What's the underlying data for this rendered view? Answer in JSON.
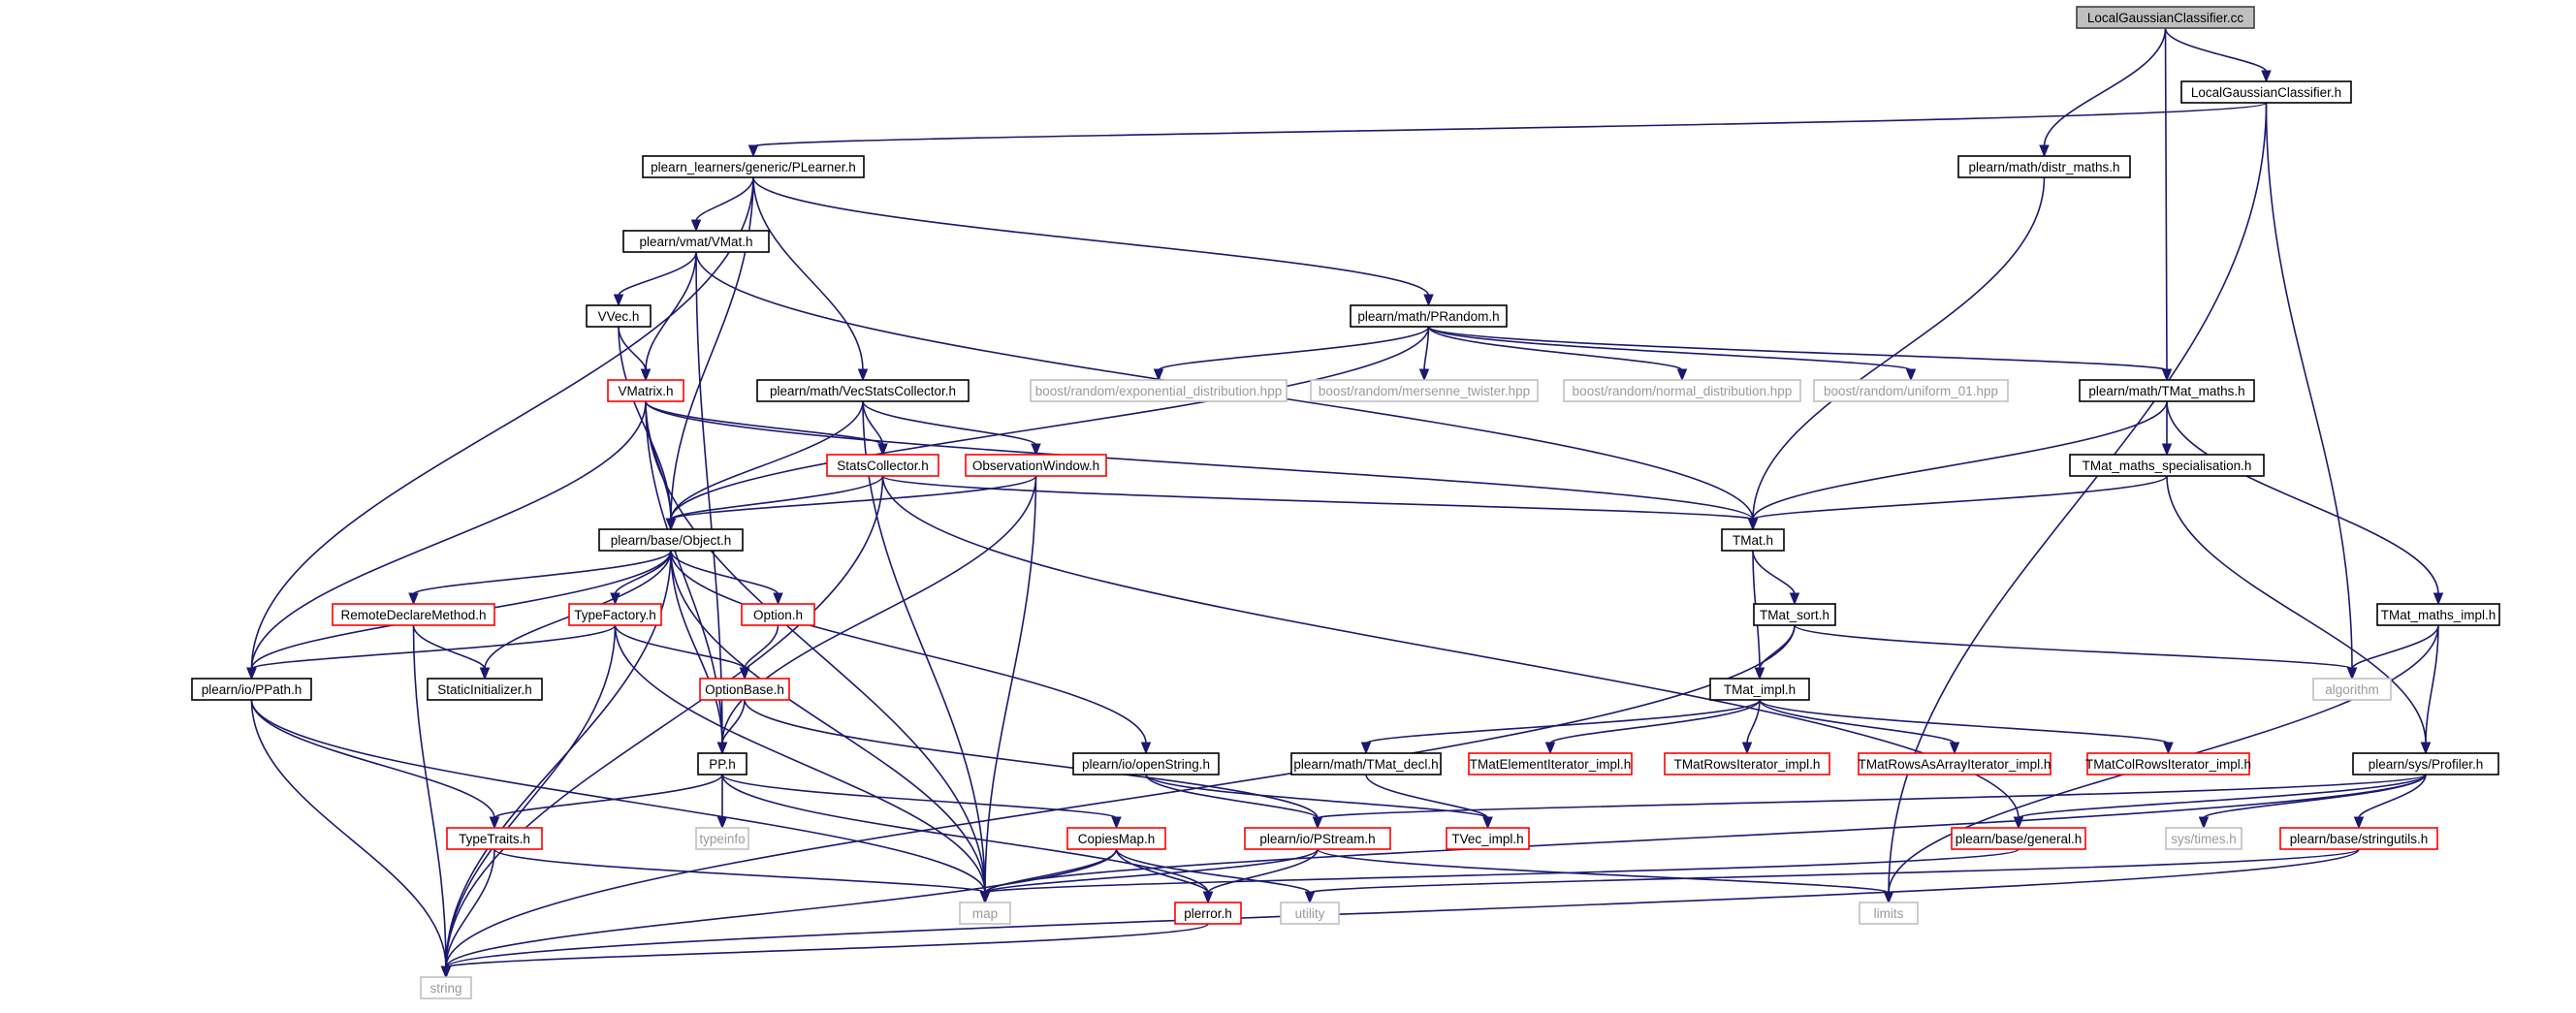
{
  "diagram": {
    "colors": {
      "edge": "#191970",
      "border": {
        "normal": "#000000",
        "truncated": "#ff0000",
        "system": "#bfbfbf",
        "root": "#404040"
      },
      "fill": {
        "normal": "#ffffff",
        "root": "#bfbfbf"
      },
      "text": {
        "normal": "#000000",
        "system": "#9a9a9a"
      }
    },
    "nodes": [
      {
        "id": "root",
        "label": "LocalGaussianClassifier.cc",
        "kind": "root"
      },
      {
        "id": "lgch",
        "label": "LocalGaussianClassifier.h",
        "kind": "normal"
      },
      {
        "id": "plearner",
        "label": "plearn_learners/generic/PLearner.h",
        "kind": "normal"
      },
      {
        "id": "distr",
        "label": "plearn/math/distr_maths.h",
        "kind": "normal"
      },
      {
        "id": "vmat",
        "label": "plearn/vmat/VMat.h",
        "kind": "normal"
      },
      {
        "id": "vvec",
        "label": "VVec.h",
        "kind": "normal"
      },
      {
        "id": "prandom",
        "label": "plearn/math/PRandom.h",
        "kind": "normal"
      },
      {
        "id": "vmatrix",
        "label": "VMatrix.h",
        "kind": "truncated"
      },
      {
        "id": "vecstats",
        "label": "plearn/math/VecStatsCollector.h",
        "kind": "normal"
      },
      {
        "id": "bexp",
        "label": "boost/random/exponential_distribution.hpp",
        "kind": "system"
      },
      {
        "id": "bmt",
        "label": "boost/random/mersenne_twister.hpp",
        "kind": "system"
      },
      {
        "id": "bnorm",
        "label": "boost/random/normal_distribution.hpp",
        "kind": "system"
      },
      {
        "id": "bunif",
        "label": "boost/random/uniform_01.hpp",
        "kind": "system"
      },
      {
        "id": "tmatmaths",
        "label": "plearn/math/TMat_maths.h",
        "kind": "normal"
      },
      {
        "id": "statsc",
        "label": "StatsCollector.h",
        "kind": "truncated"
      },
      {
        "id": "obswin",
        "label": "ObservationWindow.h",
        "kind": "truncated"
      },
      {
        "id": "tmspec",
        "label": "TMat_maths_specialisation.h",
        "kind": "normal"
      },
      {
        "id": "object",
        "label": "plearn/base/Object.h",
        "kind": "normal"
      },
      {
        "id": "tmath",
        "label": "TMat.h",
        "kind": "normal"
      },
      {
        "id": "remote",
        "label": "RemoteDeclareMethod.h",
        "kind": "truncated"
      },
      {
        "id": "typefactory",
        "label": "TypeFactory.h",
        "kind": "truncated"
      },
      {
        "id": "option",
        "label": "Option.h",
        "kind": "truncated"
      },
      {
        "id": "tmatsort",
        "label": "TMat_sort.h",
        "kind": "normal"
      },
      {
        "id": "tmimpl2",
        "label": "TMat_maths_impl.h",
        "kind": "normal"
      },
      {
        "id": "ppath",
        "label": "plearn/io/PPath.h",
        "kind": "normal"
      },
      {
        "id": "staticinit",
        "label": "StaticInitializer.h",
        "kind": "normal"
      },
      {
        "id": "optionbase",
        "label": "OptionBase.h",
        "kind": "truncated"
      },
      {
        "id": "tmatimpl",
        "label": "TMat_impl.h",
        "kind": "normal"
      },
      {
        "id": "algorithm",
        "label": "algorithm",
        "kind": "system"
      },
      {
        "id": "pp",
        "label": "PP.h",
        "kind": "normal"
      },
      {
        "id": "openstring",
        "label": "plearn/io/openString.h",
        "kind": "normal"
      },
      {
        "id": "tmatdecl",
        "label": "plearn/math/TMat_decl.h",
        "kind": "normal"
      },
      {
        "id": "tmatelem",
        "label": "TMatElementIterator_impl.h",
        "kind": "truncated"
      },
      {
        "id": "tmatrows",
        "label": "TMatRowsIterator_impl.h",
        "kind": "truncated"
      },
      {
        "id": "tmatrowsarr",
        "label": "TMatRowsAsArrayIterator_impl.h",
        "kind": "truncated"
      },
      {
        "id": "tmatcol",
        "label": "TMatColRowsIterator_impl.h",
        "kind": "truncated"
      },
      {
        "id": "profiler",
        "label": "plearn/sys/Profiler.h",
        "kind": "normal"
      },
      {
        "id": "typeinfo",
        "label": "typeinfo",
        "kind": "system"
      },
      {
        "id": "typetraits",
        "label": "TypeTraits.h",
        "kind": "truncated"
      },
      {
        "id": "copiesmap",
        "label": "CopiesMap.h",
        "kind": "truncated"
      },
      {
        "id": "pstream",
        "label": "plearn/io/PStream.h",
        "kind": "truncated"
      },
      {
        "id": "tvecimpl",
        "label": "TVec_impl.h",
        "kind": "truncated"
      },
      {
        "id": "general",
        "label": "plearn/base/general.h",
        "kind": "truncated"
      },
      {
        "id": "systimes",
        "label": "sys/times.h",
        "kind": "system"
      },
      {
        "id": "stringutils",
        "label": "plearn/base/stringutils.h",
        "kind": "truncated"
      },
      {
        "id": "map",
        "label": "map",
        "kind": "system"
      },
      {
        "id": "plerror",
        "label": "plerror.h",
        "kind": "truncated"
      },
      {
        "id": "utility",
        "label": "utility",
        "kind": "system"
      },
      {
        "id": "limits",
        "label": "limits",
        "kind": "system"
      },
      {
        "id": "string",
        "label": "string",
        "kind": "system"
      }
    ],
    "edges": [
      [
        "root",
        "lgch"
      ],
      [
        "root",
        "distr"
      ],
      [
        "root",
        "tmatmaths"
      ],
      [
        "lgch",
        "plearner"
      ],
      [
        "lgch",
        "algorithm"
      ],
      [
        "lgch",
        "limits"
      ],
      [
        "plearner",
        "vmat"
      ],
      [
        "plearner",
        "object"
      ],
      [
        "plearner",
        "vecstats"
      ],
      [
        "plearner",
        "prandom"
      ],
      [
        "plearner",
        "ppath"
      ],
      [
        "distr",
        "tmath"
      ],
      [
        "vmat",
        "vvec"
      ],
      [
        "vmat",
        "vmatrix"
      ],
      [
        "vmat",
        "tmath"
      ],
      [
        "vmat",
        "pp"
      ],
      [
        "vvec",
        "vmatrix"
      ],
      [
        "vvec",
        "object"
      ],
      [
        "prandom",
        "object"
      ],
      [
        "prandom",
        "bexp"
      ],
      [
        "prandom",
        "bmt"
      ],
      [
        "prandom",
        "bnorm"
      ],
      [
        "prandom",
        "bunif"
      ],
      [
        "prandom",
        "tmatmaths"
      ],
      [
        "vmatrix",
        "statsc"
      ],
      [
        "vmatrix",
        "object"
      ],
      [
        "vmatrix",
        "ppath"
      ],
      [
        "vmatrix",
        "pp"
      ],
      [
        "vmatrix",
        "map"
      ],
      [
        "vmatrix",
        "tmath"
      ],
      [
        "vecstats",
        "statsc"
      ],
      [
        "vecstats",
        "obswin"
      ],
      [
        "vecstats",
        "object"
      ],
      [
        "vecstats",
        "map"
      ],
      [
        "tmatmaths",
        "tmath"
      ],
      [
        "tmatmaths",
        "tmspec"
      ],
      [
        "tmatmaths",
        "tmimpl2"
      ],
      [
        "statsc",
        "object"
      ],
      [
        "statsc",
        "tmath"
      ],
      [
        "statsc",
        "string"
      ],
      [
        "statsc",
        "general"
      ],
      [
        "obswin",
        "object"
      ],
      [
        "obswin",
        "pp"
      ],
      [
        "obswin",
        "map"
      ],
      [
        "tmspec",
        "tmath"
      ],
      [
        "tmspec",
        "profiler"
      ],
      [
        "object",
        "remote"
      ],
      [
        "object",
        "typefactory"
      ],
      [
        "object",
        "option"
      ],
      [
        "object",
        "ppath"
      ],
      [
        "object",
        "pp"
      ],
      [
        "object",
        "staticinit"
      ],
      [
        "object",
        "openstring"
      ],
      [
        "object",
        "map"
      ],
      [
        "object",
        "string"
      ],
      [
        "tmath",
        "tmatsort"
      ],
      [
        "tmath",
        "tmatimpl"
      ],
      [
        "remote",
        "staticinit"
      ],
      [
        "remote",
        "string"
      ],
      [
        "typefactory",
        "optionbase"
      ],
      [
        "typefactory",
        "ppath"
      ],
      [
        "typefactory",
        "string"
      ],
      [
        "typefactory",
        "map"
      ],
      [
        "option",
        "optionbase"
      ],
      [
        "tmatsort",
        "tmatimpl"
      ],
      [
        "tmatsort",
        "algorithm"
      ],
      [
        "tmatsort",
        "string"
      ],
      [
        "tmimpl2",
        "algorithm"
      ],
      [
        "tmimpl2",
        "profiler"
      ],
      [
        "tmimpl2",
        "limits"
      ],
      [
        "ppath",
        "typetraits"
      ],
      [
        "ppath",
        "string"
      ],
      [
        "ppath",
        "map"
      ],
      [
        "optionbase",
        "pp"
      ],
      [
        "optionbase",
        "pstream"
      ],
      [
        "tmatimpl",
        "tmatdecl"
      ],
      [
        "tmatimpl",
        "tmatelem"
      ],
      [
        "tmatimpl",
        "tmatrows"
      ],
      [
        "tmatimpl",
        "tmatrowsarr"
      ],
      [
        "tmatimpl",
        "tmatcol"
      ],
      [
        "pp",
        "typetraits"
      ],
      [
        "pp",
        "typeinfo"
      ],
      [
        "pp",
        "copiesmap"
      ],
      [
        "pp",
        "plerror"
      ],
      [
        "openstring",
        "pstream"
      ],
      [
        "openstring",
        "tvecimpl"
      ],
      [
        "tmatdecl",
        "tvecimpl"
      ],
      [
        "profiler",
        "pstream"
      ],
      [
        "profiler",
        "general"
      ],
      [
        "profiler",
        "systimes"
      ],
      [
        "profiler",
        "stringutils"
      ],
      [
        "profiler",
        "map"
      ],
      [
        "typetraits",
        "map"
      ],
      [
        "typetraits",
        "string"
      ],
      [
        "copiesmap",
        "map"
      ],
      [
        "copiesmap",
        "plerror"
      ],
      [
        "copiesmap",
        "utility"
      ],
      [
        "copiesmap",
        "string"
      ],
      [
        "pstream",
        "plerror"
      ],
      [
        "pstream",
        "map"
      ],
      [
        "pstream",
        "limits"
      ],
      [
        "general",
        "map"
      ],
      [
        "stringutils",
        "string"
      ],
      [
        "stringutils",
        "utility"
      ],
      [
        "plerror",
        "string"
      ]
    ]
  }
}
